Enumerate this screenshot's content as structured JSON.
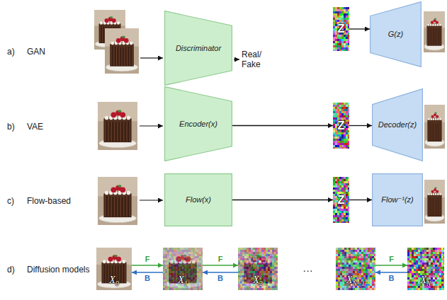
{
  "diagram": {
    "nodes": [
      {
        "text": [
          "Discriminator"
        ]
      },
      {
        "text": [
          "Z"
        ]
      },
      {
        "text": [
          "G(z)"
        ]
      },
      {
        "text": [
          "Encoder(x)"
        ]
      },
      {
        "text": [
          "Z"
        ]
      },
      {
        "text": [
          "Decoder(z)"
        ]
      },
      {
        "text": [
          "Flow(x)"
        ]
      },
      {
        "text": [
          "Z"
        ]
      },
      {
        "text": [
          "Flow⁻¹(z)"
        ]
      },
      {
        "text": [
          "X",
          "0"
        ]
      },
      {
        "text": [
          "X",
          "1"
        ]
      },
      {
        "text": [
          "X",
          "2"
        ]
      },
      {
        "text": [
          "X",
          "N−1"
        ]
      },
      {
        "text": [
          "X",
          "N"
        ]
      }
    ],
    "edges": [
      {
        "from": 1,
        "to": 2,
        "arrow": "to"
      },
      {
        "from": 3,
        "to": 4,
        "arrow": "to"
      },
      {
        "from": 4,
        "to": 5,
        "arrow": "to"
      },
      {
        "from": 6,
        "to": 7,
        "arrow": "to"
      },
      {
        "from": 7,
        "to": 8,
        "arrow": "to"
      },
      {
        "from": 9,
        "to": 10,
        "label": "F",
        "arrow": "to"
      },
      {
        "from": 10,
        "to": 9,
        "label": "B",
        "arrow": "to"
      },
      {
        "from": 10,
        "to": 11,
        "label": "F",
        "arrow": "to"
      },
      {
        "from": 11,
        "to": 10,
        "label": "B",
        "arrow": "to"
      },
      {
        "from": 12,
        "to": 13,
        "label": "F",
        "arrow": "to"
      },
      {
        "from": 13,
        "to": 12,
        "label": "B",
        "arrow": "to"
      }
    ],
    "labels": [
      "a)",
      "GAN",
      "Real/ Fake",
      "b)",
      "VAE",
      "c)",
      "Flow-based",
      "d)",
      "Diffusion models",
      "…"
    ]
  }
}
